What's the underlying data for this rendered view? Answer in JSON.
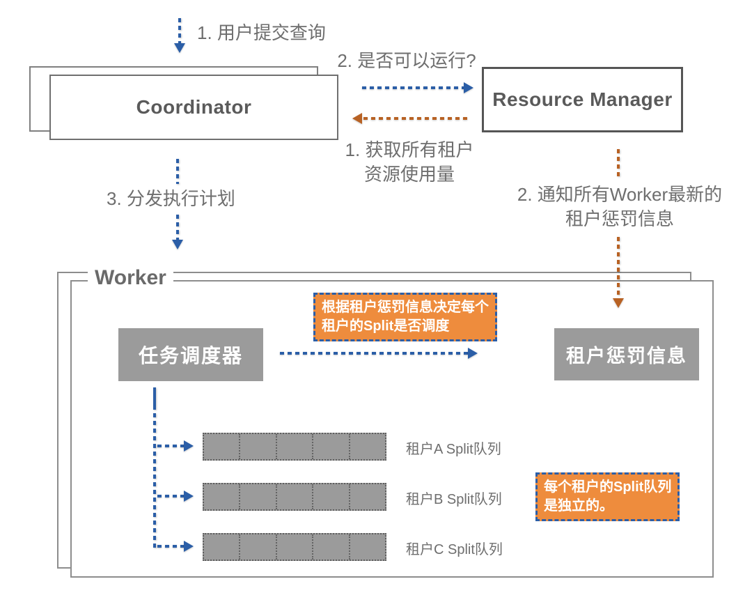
{
  "colors": {
    "blue_arrow": "#2b5ea7",
    "orange_arrow": "#b86224",
    "callout_fill": "#ee8c3d",
    "gray_node_fill": "#9b9b9b",
    "node_border": "#7f7f7f",
    "text_gray": "#6e6e6e",
    "title_gray": "#5a5a5a"
  },
  "nodes": {
    "coordinator": {
      "label": "Coordinator"
    },
    "resource_manager": {
      "label": "Resource Manager"
    },
    "worker": {
      "label": "Worker"
    },
    "task_scheduler": {
      "label": "任务调度器"
    },
    "tenant_penalty_info": {
      "label": "租户惩罚信息"
    }
  },
  "flow": {
    "step1_submit_query": "1. 用户提交查询",
    "step2_can_run": "2. 是否可以运行?",
    "rm_step1_line1": "1. 获取所有租户",
    "rm_step1_line2": "资源使用量",
    "step3_dispatch_plan": "3. 分发执行计划",
    "rm_step2_line1": "2. 通知所有Worker最新的",
    "rm_step2_line2": "租户惩罚信息"
  },
  "callouts": {
    "schedule_note_line1": "根据租户惩罚信息决定每个",
    "schedule_note_line2": "租户的Split是否调度",
    "queue_note_line1": "每个租户的Split队列",
    "queue_note_line2": "是独立的。"
  },
  "queues": [
    {
      "label": "租户A Split队列",
      "cells": 5
    },
    {
      "label": "租户B Split队列",
      "cells": 5
    },
    {
      "label": "租户C Split队列",
      "cells": 5
    }
  ]
}
